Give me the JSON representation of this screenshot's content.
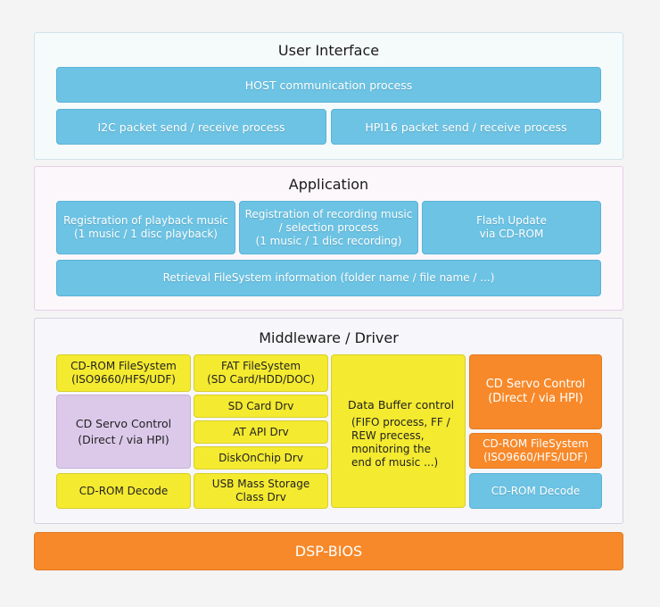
{
  "user_interface": {
    "title": "User Interface",
    "host": "HOST communication process",
    "i2c": "I2C packet send / receive process",
    "hpi16": "HPI16 packet send / receive process"
  },
  "application": {
    "title": "Application",
    "playback": "Registration of playback music\n(1 music / 1 disc playback)",
    "recording": "Registration of recording music\n/ selection process\n(1 music / 1 disc  recording)",
    "flash": "Flash Update\nvia CD-ROM",
    "retrieval": "Retrieval FileSystem information (folder name / file name / ...)"
  },
  "middleware": {
    "title": "Middleware / Driver",
    "cdrom_fs": "CD-ROM FileSystem\n(ISO9660/HFS/UDF)",
    "cd_servo": "CD Servo Control\n(Direct / via HPI)",
    "cdrom_decode": "CD-ROM Decode",
    "fat_fs": "FAT FileSystem\n(SD Card/HDD/DOC)",
    "sd_card": "SD Card Drv",
    "at_api": "AT API Drv",
    "diskonchip": "DiskOnChip Drv",
    "usb_mass": "USB Mass Storage\nClass Drv",
    "buffer_title": "Data Buffer control",
    "buffer_desc": "(FIFO process, FF /\nREW precess,\nmonitoring the\nend of music ...)",
    "right_cd_servo": "CD Servo Control\n(Direct / via HPI)",
    "right_cdrom_fs": "CD-ROM FileSystem\n(ISO9660/HFS/UDF)",
    "right_cdrom_decode": "CD-ROM Decode"
  },
  "dsp_bios": "DSP-BIOS",
  "colors": {
    "blue": "#6cc3e4",
    "yellow": "#f4ea30",
    "purple": "#dcc9ea",
    "orange": "#f7892a"
  }
}
